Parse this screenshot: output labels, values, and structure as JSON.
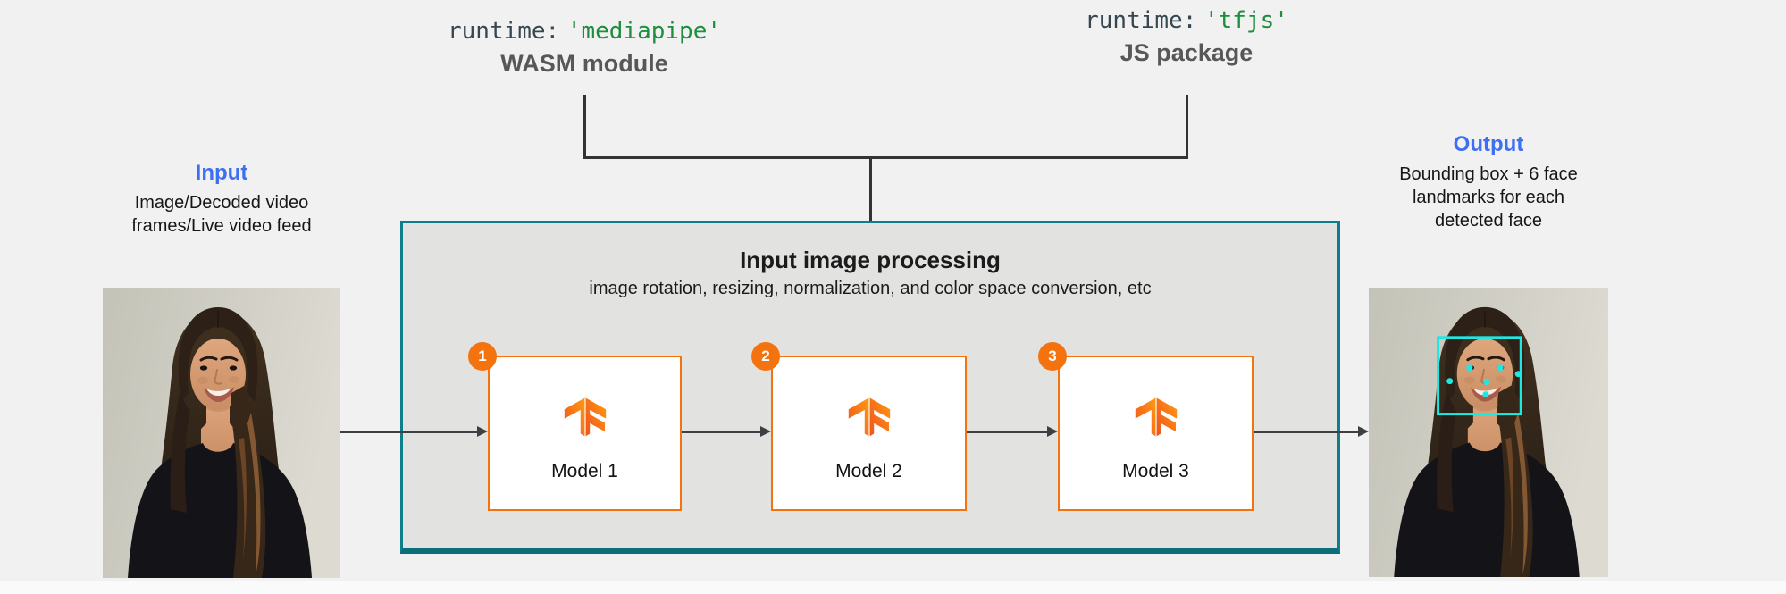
{
  "colors": {
    "bg": "#f1f1f2",
    "strip": "#fafafa",
    "accent-blue": "#3d6ff2",
    "code-gray": "#37474f",
    "code-green": "#1e8e3e",
    "caption-gray": "#575757",
    "teal": "#0e7e8b",
    "teal-dark": "#0c6e7b",
    "box-fill": "#e2e2e1",
    "orange": "#f5730f",
    "arrow": "#3c4043",
    "line": "#333333",
    "cyan": "#1fe8e2",
    "text-dark": "#1f1f1f"
  },
  "runtime_left": {
    "code_prefix": "runtime:",
    "code_value": "'mediapipe'",
    "caption": "WASM module"
  },
  "runtime_right": {
    "code_prefix": "runtime:",
    "code_value": "'tfjs'",
    "caption": "JS package"
  },
  "input": {
    "title": "Input",
    "line1": "Image/Decoded video",
    "line2": "frames/Live video feed"
  },
  "output": {
    "title": "Output",
    "line1": "Bounding box + 6 face",
    "line2": "landmarks for each",
    "line3": "detected face"
  },
  "processing_box": {
    "title": "Input image processing",
    "subtitle": "image rotation, resizing, normalization, and color space conversion, etc"
  },
  "models": [
    {
      "badge": "1",
      "label": "Model 1"
    },
    {
      "badge": "2",
      "label": "Model 2"
    },
    {
      "badge": "3",
      "label": "Model 3"
    }
  ]
}
